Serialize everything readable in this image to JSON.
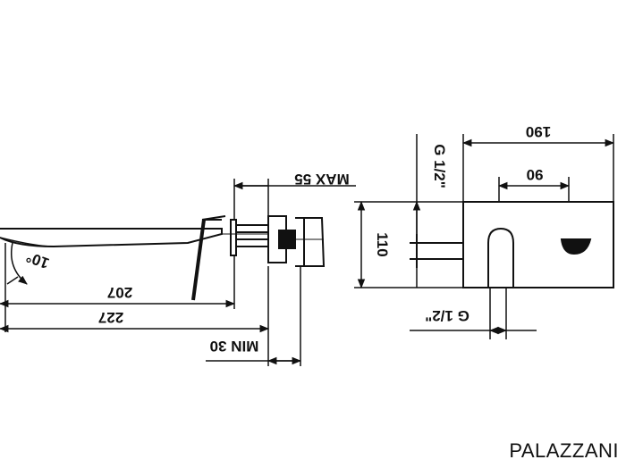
{
  "brand": "PALAZZANI",
  "dimensions": {
    "d190": "190",
    "d90": "90",
    "d110": "110",
    "g12_top": "G 1/2\"",
    "g12_bottom": "G 1/2\"",
    "max55": "MAX 55",
    "min30": "MIN 30",
    "d207": "207",
    "d227": "227",
    "angle": "10°"
  }
}
